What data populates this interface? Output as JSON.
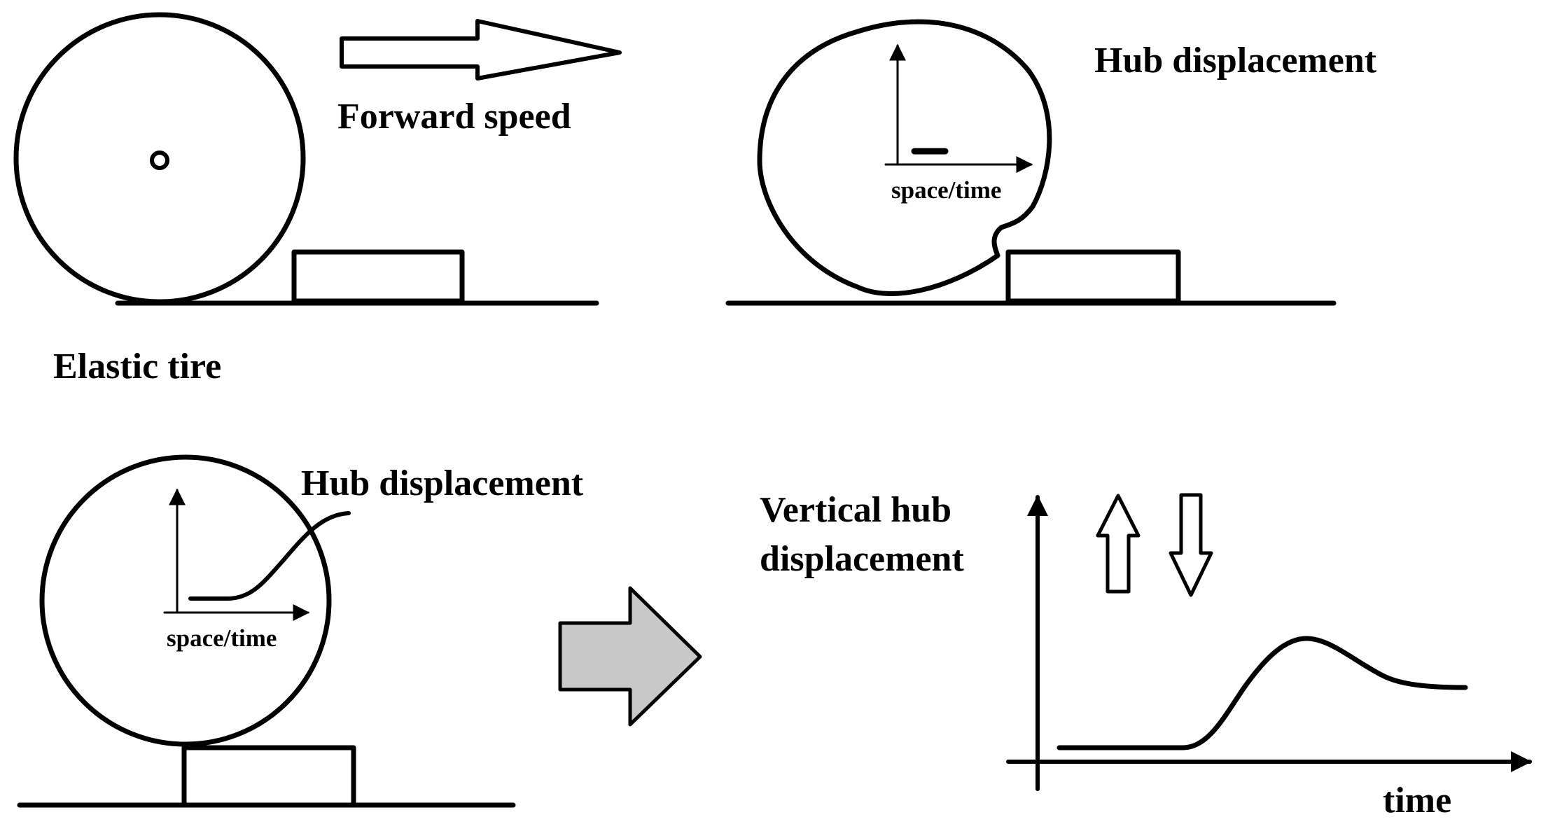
{
  "labels": {
    "forward_speed": "Forward speed",
    "elastic_tire": "Elastic tire",
    "hub_displacement_top": "Hub displacement",
    "space_time_top": "space/time",
    "hub_displacement_bottom": "Hub displacement",
    "space_time_bottom": "space/time",
    "vertical_hub_line1": "Vertical hub",
    "vertical_hub_line2": "displacement",
    "time_axis": "time"
  },
  "colors": {
    "stroke": "#000000",
    "transition_arrow_fill": "#c8c8c8"
  }
}
